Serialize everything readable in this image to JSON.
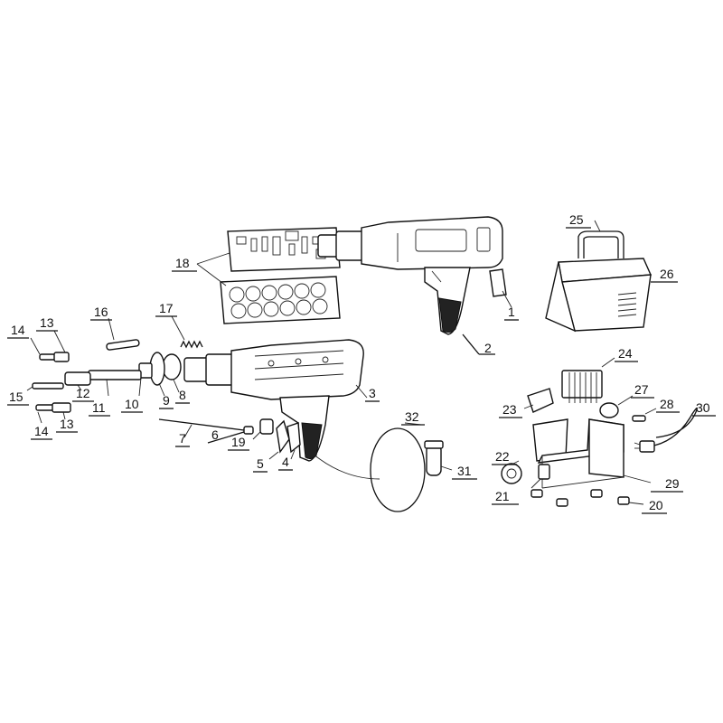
{
  "labels": [
    {
      "id": "p1",
      "text": "1"
    },
    {
      "id": "p2",
      "text": "2"
    },
    {
      "id": "p3",
      "text": "3"
    },
    {
      "id": "p4",
      "text": "4"
    },
    {
      "id": "p5",
      "text": "5"
    },
    {
      "id": "p6",
      "text": "6"
    },
    {
      "id": "p7",
      "text": "7"
    },
    {
      "id": "p8",
      "text": "8"
    },
    {
      "id": "p9",
      "text": "9"
    },
    {
      "id": "p10",
      "text": "10"
    },
    {
      "id": "p11",
      "text": "11"
    },
    {
      "id": "p12",
      "text": "12"
    },
    {
      "id": "p13a",
      "text": "13"
    },
    {
      "id": "p13b",
      "text": "13"
    },
    {
      "id": "p14a",
      "text": "14"
    },
    {
      "id": "p14b",
      "text": "14"
    },
    {
      "id": "p15",
      "text": "15"
    },
    {
      "id": "p16",
      "text": "16"
    },
    {
      "id": "p17",
      "text": "17"
    },
    {
      "id": "p18",
      "text": "18"
    },
    {
      "id": "p19",
      "text": "19"
    },
    {
      "id": "p20",
      "text": "20"
    },
    {
      "id": "p21",
      "text": "21"
    },
    {
      "id": "p22",
      "text": "22"
    },
    {
      "id": "p23",
      "text": "23"
    },
    {
      "id": "p24",
      "text": "24"
    },
    {
      "id": "p25",
      "text": "25"
    },
    {
      "id": "p26",
      "text": "26"
    },
    {
      "id": "p27",
      "text": "27"
    },
    {
      "id": "p28",
      "text": "28"
    },
    {
      "id": "p29",
      "text": "29"
    },
    {
      "id": "p30",
      "text": "30"
    },
    {
      "id": "p31",
      "text": "31"
    },
    {
      "id": "p32",
      "text": "32"
    }
  ]
}
